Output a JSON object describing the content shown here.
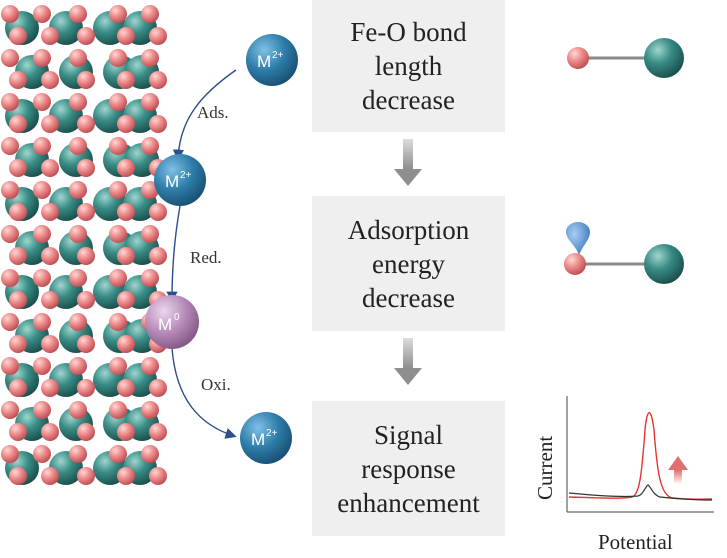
{
  "boxes": [
    {
      "lines": [
        "Fe-O bond",
        "length",
        "decrease"
      ]
    },
    {
      "lines": [
        "Adsorption",
        "energy",
        "decrease"
      ]
    },
    {
      "lines": [
        "Signal",
        "response",
        "enhancement"
      ]
    }
  ],
  "ions": {
    "m2_label": "M",
    "m2_sup": "2+",
    "m0_label": "M",
    "m0_sup": "0"
  },
  "steps": {
    "ads": "Ads.",
    "red": "Red.",
    "oxi": "Oxi."
  },
  "plot": {
    "ylabel": "Current",
    "xlabel": "Potential"
  },
  "colors": {
    "oxygen": "#e57a7e",
    "iron": "#2f7d78",
    "ion_blue": "#2d7ca8",
    "ion_pink": "#b78bb8",
    "box_bg": "#efefef",
    "curve_red": "#e3342f",
    "curve_black": "#333333",
    "arrow_gray": "#9a9a9a"
  }
}
